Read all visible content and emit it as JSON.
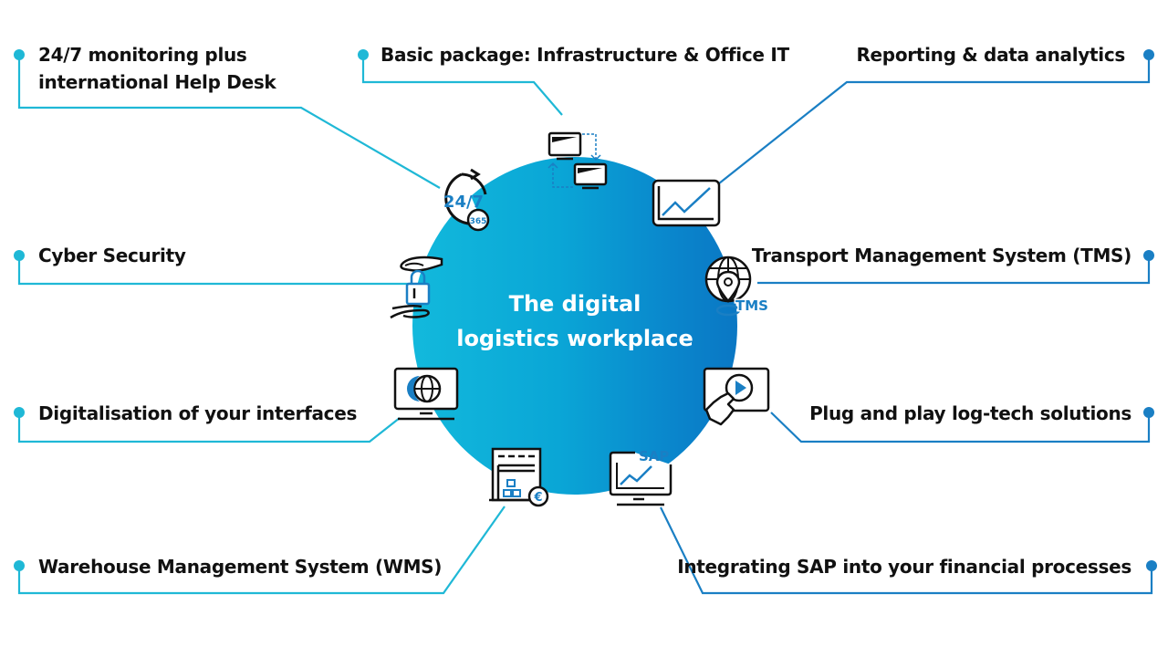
{
  "hub": {
    "line1": "The digital",
    "line2": "logistics workplace"
  },
  "colors": {
    "left_accent": "#1fb8d6",
    "right_accent": "#1a7fc4",
    "hub_gradient_start": "#12b9dc",
    "hub_gradient_end": "#0a77c4",
    "text": "#111111"
  },
  "items": [
    {
      "label_line1": "24/7 monitoring plus",
      "label_line2": "international Help Desk",
      "icon": "clock-24-7-365-icon"
    },
    {
      "label": "Basic package: Infrastructure & Office IT",
      "icon": "two-monitors-sync-icon"
    },
    {
      "label": "Reporting & data analytics",
      "icon": "line-chart-monitor-icon"
    },
    {
      "label": "Cyber Security",
      "icon": "hands-padlock-icon"
    },
    {
      "label": "Transport Management System (TMS)",
      "icon": "globe-location-pin-icon",
      "badge": "TMS"
    },
    {
      "label": "Digitalisation of your interfaces",
      "icon": "monitor-globe-icon"
    },
    {
      "label": "Plug and play log-tech solutions",
      "icon": "touch-play-screen-icon"
    },
    {
      "label": "Warehouse Management System (WMS)",
      "icon": "warehouse-euro-icon"
    },
    {
      "label": "Integrating SAP into your financial processes",
      "icon": "sap-chart-monitor-icon",
      "badge": "SAP"
    }
  ],
  "icon_text": {
    "clock_main": "24/7",
    "clock_sub": "365",
    "euro": "€"
  }
}
